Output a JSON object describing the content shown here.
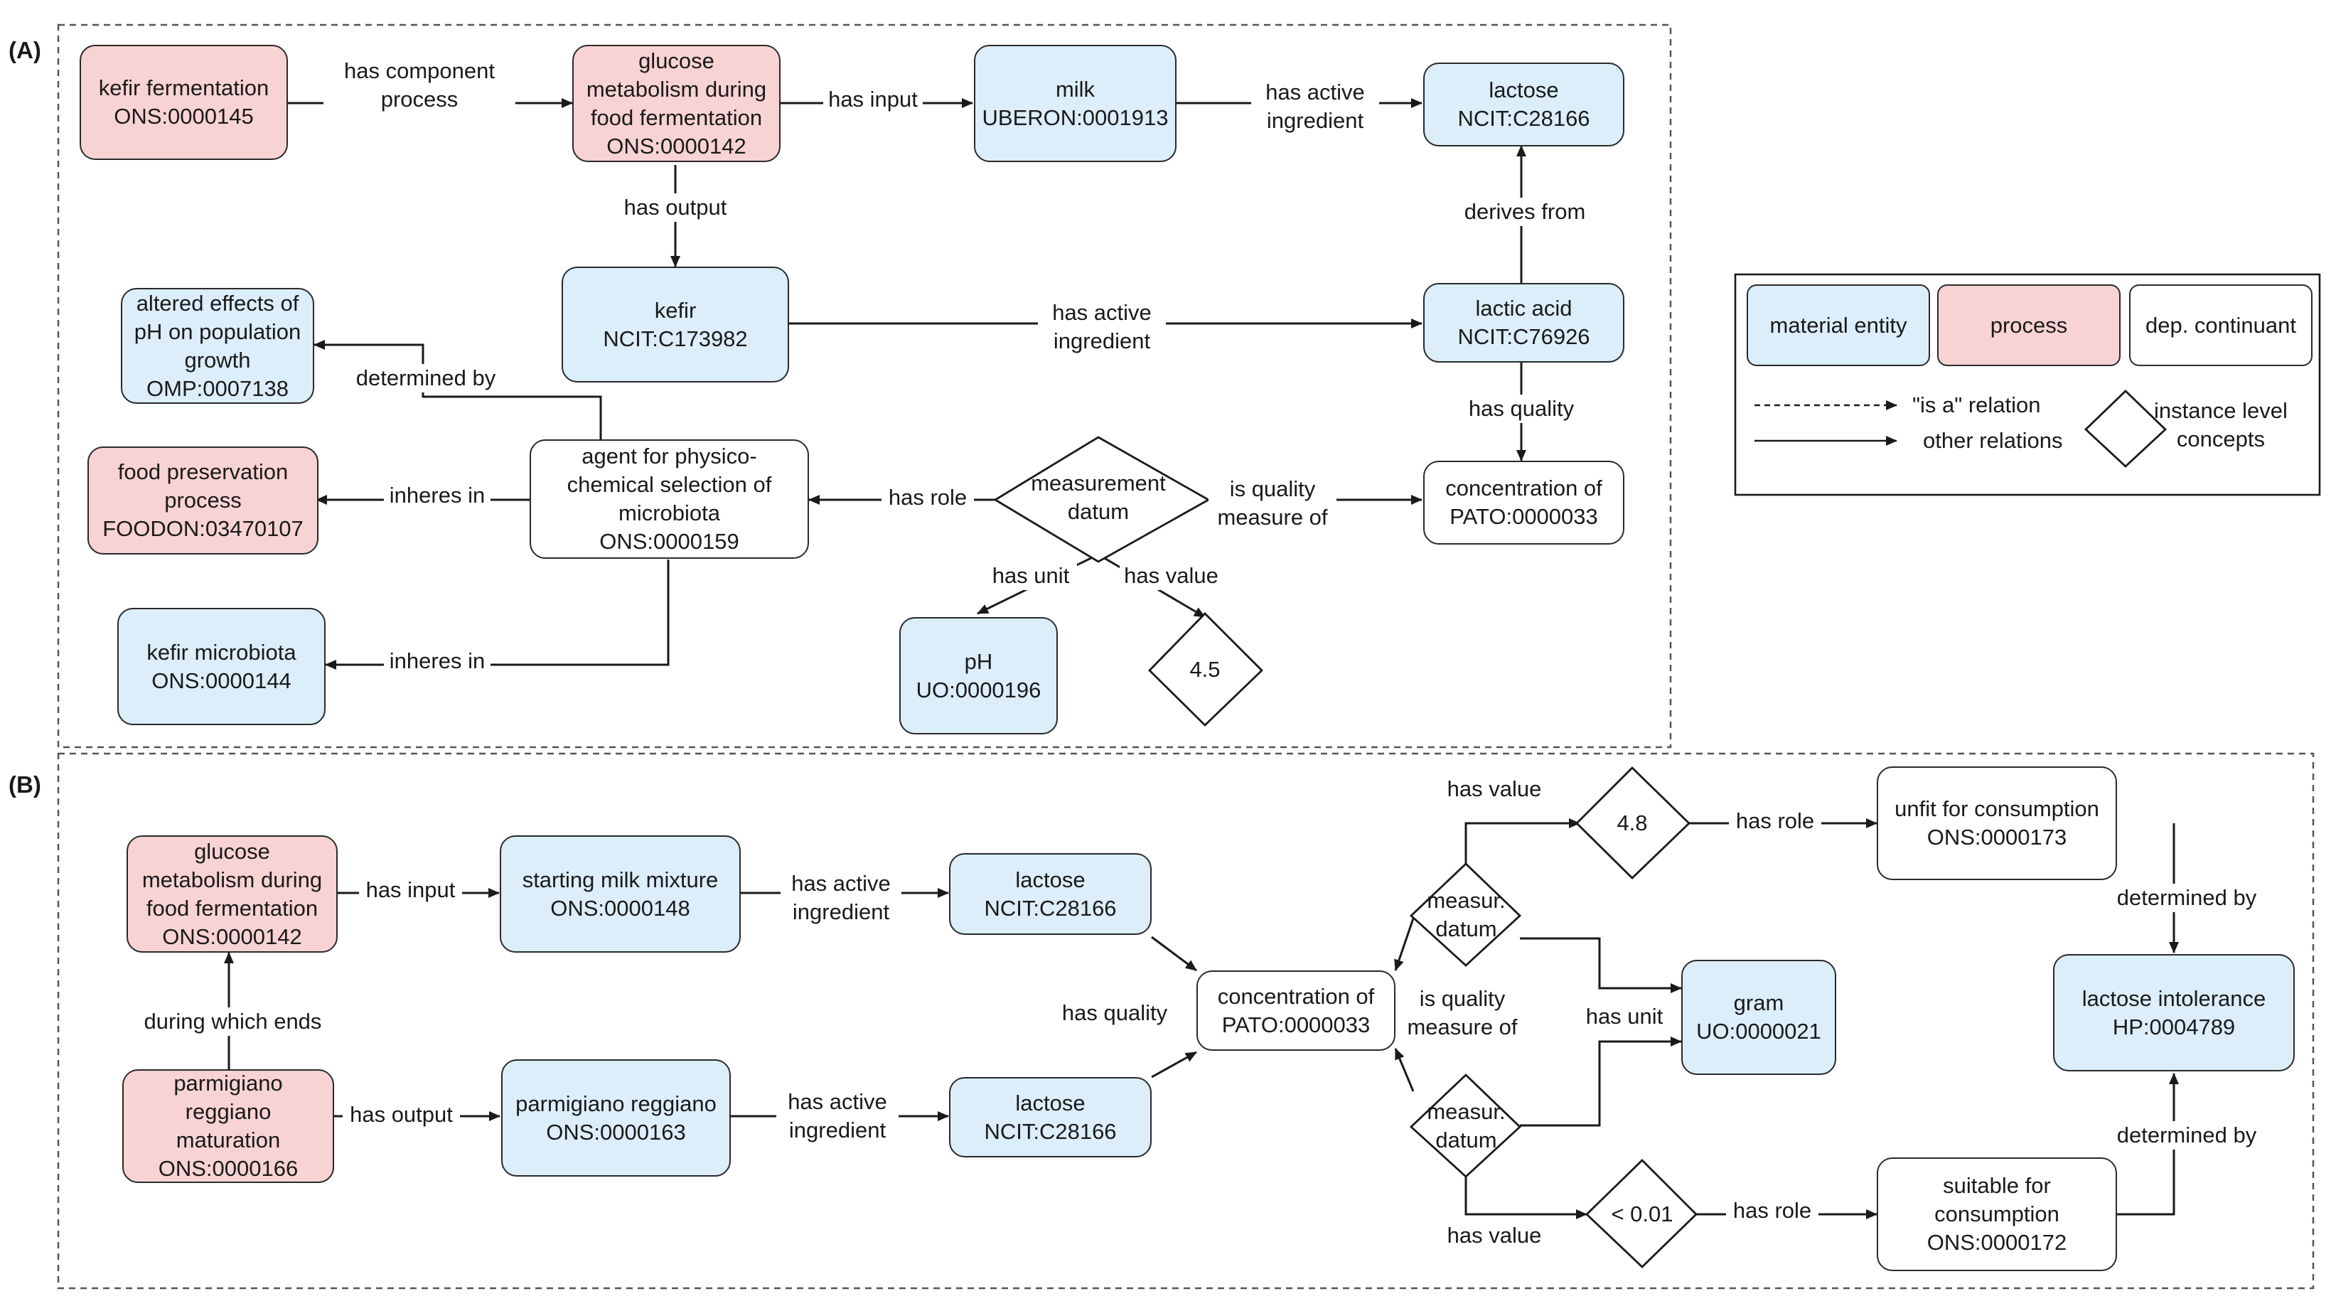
{
  "panels": {
    "a": "(A)",
    "b": "(B)"
  },
  "nodesA": {
    "kefir_fermentation": [
      "kefir fermentation",
      "ONS:0000145"
    ],
    "glucose_metabolism": [
      "glucose",
      "metabolism during",
      "food fermentation",
      "ONS:0000142"
    ],
    "milk": [
      "milk",
      "UBERON:0001913"
    ],
    "lactose": [
      "lactose",
      "NCIT:C28166"
    ],
    "kefir": [
      "kefir",
      "NCIT:C173982"
    ],
    "lactic_acid": [
      "lactic acid",
      "NCIT:C76926"
    ],
    "altered_effects": [
      "altered effects of",
      "pH on population",
      "growth",
      "OMP:0007138"
    ],
    "food_preservation": [
      "food preservation",
      "process",
      "FOODON:03470107"
    ],
    "agent": [
      "agent for physico-",
      "chemical selection of",
      "microbiota",
      "ONS:0000159"
    ],
    "concentration": [
      "concentration of",
      "PATO:0000033"
    ],
    "kefir_microbiota": [
      "kefir microbiota",
      "ONS:0000144"
    ],
    "ph": [
      "pH",
      "UO:0000196"
    ],
    "measurement_datum": [
      "measurement",
      "datum"
    ],
    "value_45": [
      "4.5"
    ]
  },
  "edgesA": {
    "has_component_process": [
      "has component",
      "process"
    ],
    "has_input": [
      "has input"
    ],
    "has_active_ingredient_milk": [
      "has active",
      "ingredient"
    ],
    "has_output": [
      "has output"
    ],
    "derives_from": [
      "derives from"
    ],
    "has_active_ingredient_kefir": [
      "has active",
      "ingredient"
    ],
    "determined_by": [
      "determined by"
    ],
    "has_quality": [
      "has quality"
    ],
    "inheres_in_1": [
      "inheres in"
    ],
    "has_role": [
      "has role"
    ],
    "is_quality_measure_of": [
      "is quality",
      "measure of"
    ],
    "inheres_in_2": [
      "inheres in"
    ],
    "has_unit": [
      "has unit"
    ],
    "has_value": [
      "has value"
    ]
  },
  "nodesB": {
    "glucose_metabolism": [
      "glucose",
      "metabolism during",
      "food fermentation",
      "ONS:0000142"
    ],
    "starting_milk": [
      "starting milk mixture",
      "ONS:0000148"
    ],
    "lactose_1": [
      "lactose",
      "NCIT:C28166"
    ],
    "concentration": [
      "concentration of",
      "PATO:0000033"
    ],
    "parmigiano_maturation": [
      "parmigiano",
      "reggiano",
      "maturation",
      "ONS:0000166"
    ],
    "parmigiano_reggiano": [
      "parmigiano reggiano",
      "ONS:0000163"
    ],
    "lactose_2": [
      "lactose",
      "NCIT:C28166"
    ],
    "gram": [
      "gram",
      "UO:0000021"
    ],
    "unfit": [
      "unfit for consumption",
      "ONS:0000173"
    ],
    "lactose_intolerance": [
      "lactose intolerance",
      "HP:0004789"
    ],
    "suitable": [
      "suitable for",
      "consumption",
      "ONS:0000172"
    ],
    "datum_top": [
      "measur.",
      "datum"
    ],
    "datum_bottom": [
      "measur.",
      "datum"
    ],
    "value_48": [
      "4.8"
    ],
    "value_001": [
      "< 0.01"
    ]
  },
  "edgesB": {
    "has_input": [
      "has input"
    ],
    "has_active_ingredient_1": [
      "has active",
      "ingredient"
    ],
    "during_which_ends": [
      "during which ends"
    ],
    "has_output": [
      "has output"
    ],
    "has_active_ingredient_2": [
      "has active",
      "ingredient"
    ],
    "has_quality": [
      "has quality"
    ],
    "is_quality_measure_of": [
      "is quality",
      "measure of"
    ],
    "has_value_top": [
      "has value"
    ],
    "has_role_top": [
      "has role"
    ],
    "has_unit": [
      "has unit"
    ],
    "has_value_bottom": [
      "has value"
    ],
    "has_role_bottom": [
      "has role"
    ],
    "determined_by_top": [
      "determined by"
    ],
    "determined_by_bottom": [
      "determined by"
    ]
  },
  "legend": {
    "material": "material entity",
    "process": "process",
    "dep": "dep. continuant",
    "is_a": "\"is a\" relation",
    "other": "other relations",
    "instance": [
      "instance level",
      "concepts"
    ]
  },
  "colors": {
    "material": "#dbeefa",
    "process": "#f8d3d3",
    "dep": "#ffffff",
    "stroke": "#2a2a2a"
  }
}
